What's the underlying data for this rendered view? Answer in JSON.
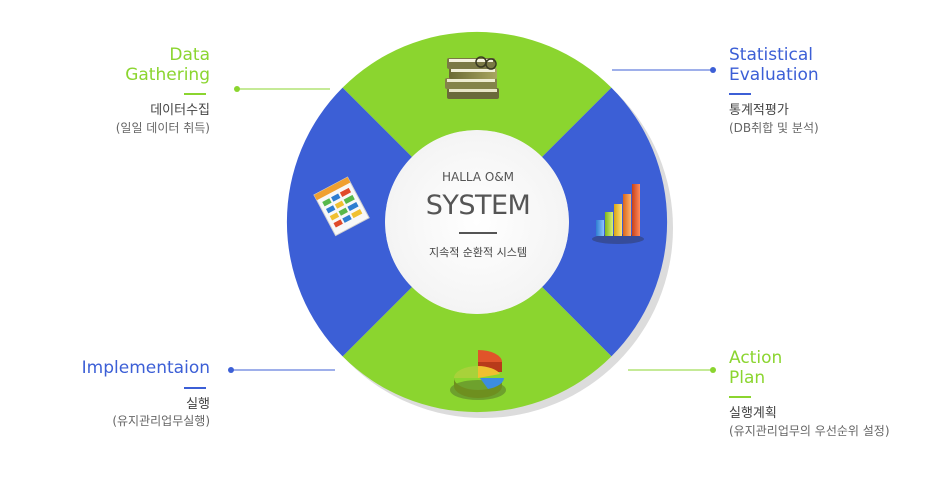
{
  "center": {
    "brand": "HALLA O&M",
    "title": "SYSTEM",
    "subtitle": "지속적 순환적 시스템"
  },
  "segments": {
    "data_gathering": {
      "title_line1": "Data",
      "title_line2": "Gathering",
      "korean": "데이터수집",
      "detail": "(일일 데이터 취득)",
      "color": "#8bd52f",
      "icon": "books-icon"
    },
    "statistical_evaluation": {
      "title_line1": "Statistical",
      "title_line2": "Evaluation",
      "korean": "통계적평가",
      "detail": "(DB취합 및 분석)",
      "color": "#3c5fd6",
      "icon": "bar-chart-icon"
    },
    "action_plan": {
      "title_line1": "Action",
      "title_line2": "Plan",
      "korean": "실행계획",
      "detail": "(유지관리업무의 우선순위 설정)",
      "color": "#8bd52f",
      "icon": "pie-chart-icon"
    },
    "implementation": {
      "title": "Implementaion",
      "korean": "실행",
      "detail": "(유지관리업무실행)",
      "color": "#3c5fd6",
      "icon": "spreadsheet-icon"
    }
  }
}
